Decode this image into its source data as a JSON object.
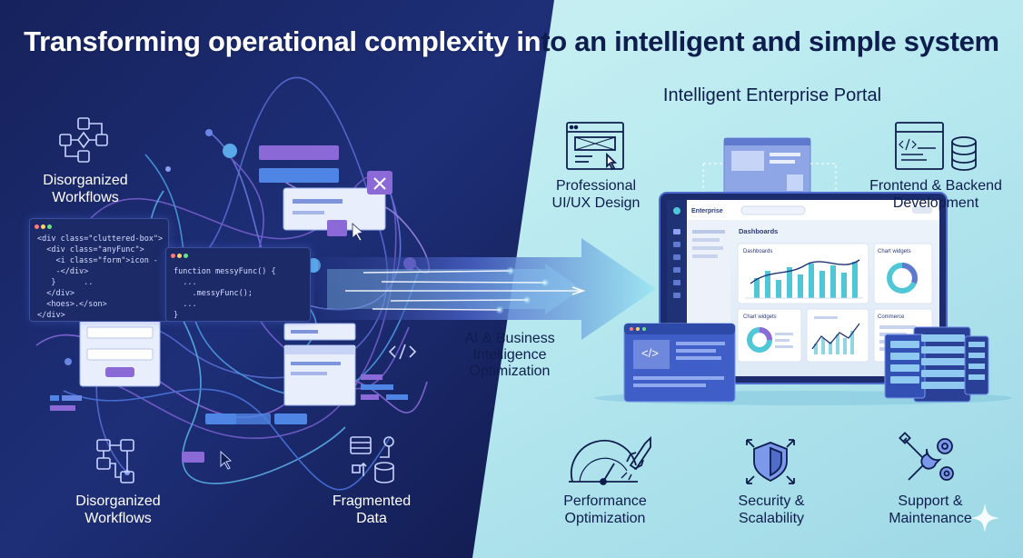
{
  "title": {
    "left_part": "Transforming operational complexity in",
    "right_part": "to an intelligent and simple system"
  },
  "left": {
    "workflows_top": {
      "line1": "Disorganized",
      "line2": "Workflows"
    },
    "workflows_bottom": {
      "line1": "Disorganized",
      "line2": "Workflows"
    },
    "fragmented": {
      "line1": "Fragmented",
      "line2": "Data"
    },
    "code_panel_1": {
      "lines": [
        "<div class=\"cluttered-box\">",
        "  <div class=\"anyFunc\">",
        "    <i class=\"form\">icon -",
        "    -</div>",
        "   }      ..",
        "  </div>",
        "  <hoes>.</son>",
        "</div>"
      ]
    },
    "code_panel_2": {
      "lines": [
        "function messyFunc() {",
        "  ...",
        "    .messyFunc();",
        "  ...",
        "}"
      ]
    },
    "code_tag": "</>",
    "close_mark": "✕"
  },
  "middle": {
    "ai_label": {
      "line1": "AI & Business",
      "line2": "Intelligence",
      "line3": "Optimization"
    }
  },
  "right": {
    "portal_title": "Intelligent Enterprise Portal",
    "design": {
      "line1": "Professional",
      "line2": "UI/UX Design"
    },
    "dev": {
      "line1": "Frontend & Backend",
      "line2": "Development"
    },
    "performance": {
      "line1": "Performance",
      "line2": "Optimization"
    },
    "security": {
      "line1": "Security &",
      "line2": "Scalability"
    },
    "support": {
      "line1": "Support &",
      "line2": "Maintenance"
    },
    "dashboard": {
      "brand": "Enterprise",
      "heading": "Dashboards",
      "card1": "Dashboards",
      "card2": "Chart widgets",
      "card3": "Chart widgets",
      "card4": "Commerce",
      "code_tag": "</>"
    }
  },
  "colors": {
    "navy": "#0e1d4d",
    "left_bg_top": "#1a2a6c",
    "left_bg_bottom": "#0d1640",
    "right_bg": "#bfeef2",
    "accent_purple": "#8b6ad8",
    "accent_blue": "#4f86e6",
    "accent_teal": "#4fc7d6"
  }
}
